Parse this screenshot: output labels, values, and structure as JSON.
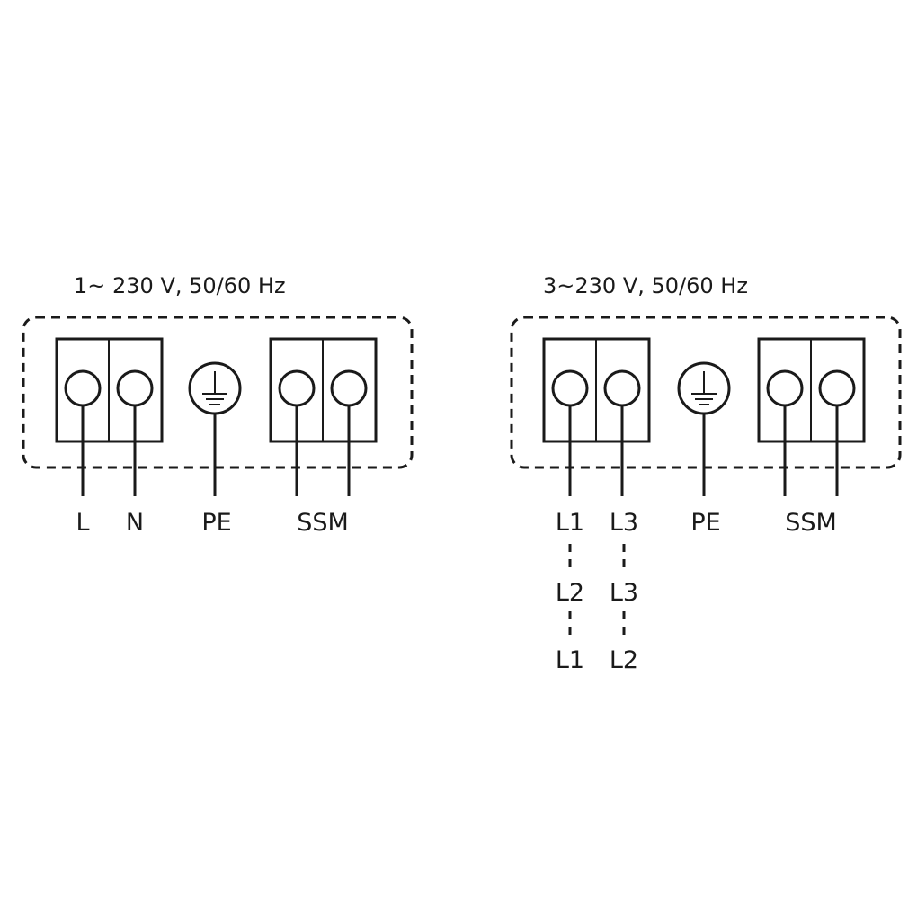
{
  "diagrams": [
    {
      "title": "1~ 230 V, 50/60 Hz",
      "labels": [
        "L",
        "N",
        "PE",
        "SSM"
      ]
    },
    {
      "title": "3~230 V, 50/60 Hz",
      "labels": [
        "L1",
        "L3",
        "PE",
        "SSM"
      ],
      "alt_row_1": [
        "L2",
        "L3"
      ],
      "alt_row_2": [
        "L1",
        "L2"
      ]
    }
  ],
  "icons": {
    "earth": "protective-earth-icon"
  },
  "colors": {
    "line": "#1a1a1a",
    "background": "#ffffff"
  }
}
